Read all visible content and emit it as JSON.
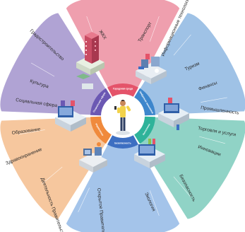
{
  "sectors": [
    {
      "id": "pink",
      "color": "#ef9fae",
      "labels": [
        "Градостроительство",
        "ЖКХ"
      ]
    },
    {
      "id": "blue",
      "color": "#9fc2e6",
      "labels": [
        "Транспорт",
        "Информационные технологии и связь",
        "Туризм"
      ]
    },
    {
      "id": "teal",
      "color": "#90d3c6",
      "labels": [
        "Финансы",
        "Промышленность",
        "Торговля и услуги",
        "Инновации"
      ]
    },
    {
      "id": "sky",
      "color": "#a4c4ea",
      "labels": [
        "Безопасность",
        "Экология"
      ]
    },
    {
      "id": "orange",
      "color": "#f6c79e",
      "labels": [
        "Деятельность Правительства",
        "Открытое Правительство"
      ]
    },
    {
      "id": "purple",
      "color": "#b0a3d4",
      "labels": [
        "Культура",
        "Социальная сфера",
        "Образование",
        "Здравоохранение"
      ]
    }
  ],
  "ring": [
    {
      "color": "#e4536a",
      "label": "Городская среда"
    },
    {
      "color": "#3d86cc",
      "label": "Цифровая экономика"
    },
    {
      "color": "#2fb39a",
      "label": "Экономика"
    },
    {
      "color": "#3d6fc2",
      "label": "Безопасность"
    },
    {
      "color": "#f08a3c",
      "label": "Управление"
    },
    {
      "color": "#6b58b3",
      "label": "Социальная сфера"
    }
  ],
  "person_icon": "person-figure-icon"
}
